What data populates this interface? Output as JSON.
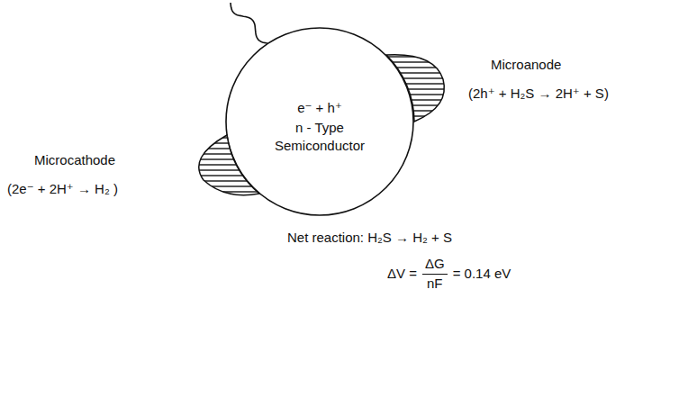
{
  "diagram": {
    "nodes": [
      {
        "text": [
          "e⁻ + h⁺",
          "n - Type Semiconductor"
        ]
      },
      {
        "text": [
          "Microanode",
          "(2h⁺ + H₂S → 2H⁺ + S)"
        ]
      },
      {
        "text": [
          "Microcathode",
          "(2e⁻ + 2H⁺ → H₂ )"
        ]
      }
    ],
    "labels": [
      "Net reaction: H₂S → H₂ + S",
      "ΔV =",
      "ΔG",
      "nF",
      "= 0.14 eV"
    ]
  }
}
